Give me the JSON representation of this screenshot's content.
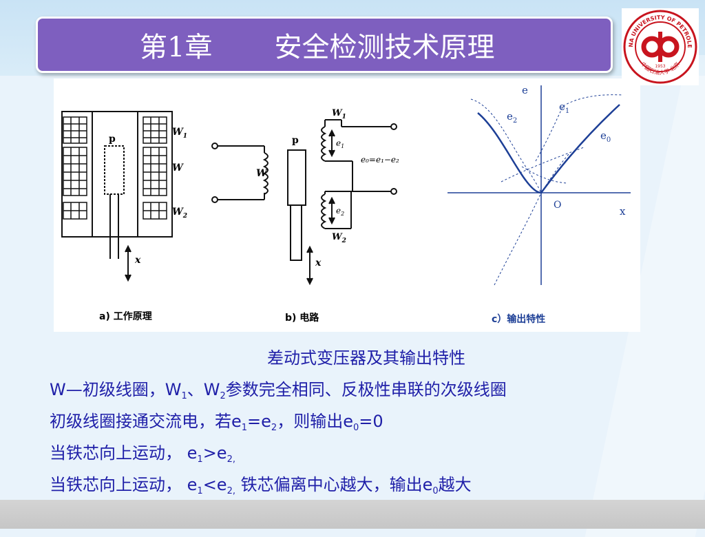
{
  "header": {
    "chapter": "第1章",
    "title": "安全检测技术原理",
    "logo_text": "CHINA UNIVERSITY OF PETROLEUM",
    "logo_year": "1953",
    "logo_cn": "中国石油大学·北京"
  },
  "figure": {
    "panel_a": {
      "label": "a) 工作原理",
      "p": "p",
      "w1": "W",
      "w1_sub": "1",
      "w": "W",
      "w2": "W",
      "w2_sub": "2",
      "x": "x"
    },
    "panel_b": {
      "label": "b) 电路",
      "p": "p",
      "w": "W",
      "w1": "W",
      "w1_sub": "1",
      "w2": "W",
      "w2_sub": "2",
      "e1": "e",
      "e1_sub": "1",
      "e2": "e",
      "e2_sub": "2",
      "eq": "e₀=e₁−e₂",
      "x": "x"
    },
    "panel_c": {
      "label": "c）输出特性",
      "e_axis": "e",
      "x_axis": "x",
      "origin": "O",
      "e1": "e",
      "e1_sub": "1",
      "e2": "e",
      "e2_sub": "2",
      "e0": "e",
      "e0_sub": "0"
    }
  },
  "caption": "差动式变压器及其输出特性",
  "lines": {
    "l1_a": "W—初级线圈，W",
    "l1_s1": "1",
    "l1_b": "、W",
    "l1_s2": "2",
    "l1_c": "参数完全相同、反极性串联的次级线圈",
    "l2_a": "初级线圈接通交流电，若e",
    "l2_s1": "1",
    "l2_b": "=e",
    "l2_s2": "2",
    "l2_c": "，则输出e",
    "l2_s3": "0",
    "l2_d": "=0",
    "l3_a": "当铁芯向上运动，  e",
    "l3_s1": "1",
    "l3_b": ">e",
    "l3_s2": "2,",
    "l4_a": "当铁芯向上运动，  e",
    "l4_s1": "1",
    "l4_b": "<e",
    "l4_s2": "2,",
    "l4_c": " 铁芯偏离中心越大，输出e",
    "l4_s3": "0",
    "l4_d": "越大"
  }
}
